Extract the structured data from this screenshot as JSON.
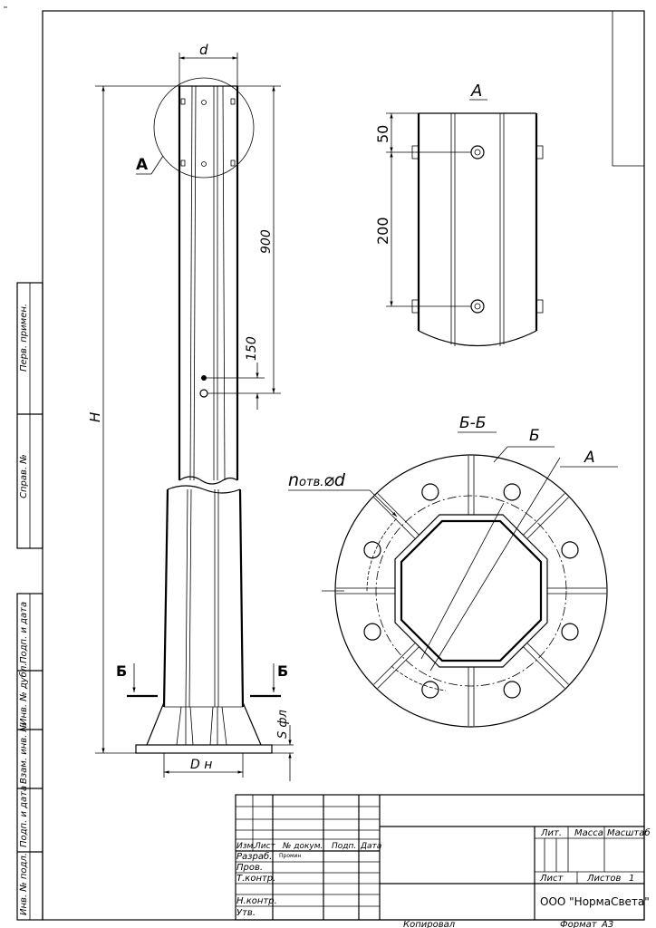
{
  "labels": {
    "dim_d": "d",
    "dim_H": "H",
    "dim_900": "900",
    "dim_150": "150",
    "dim_Dn": "D н",
    "dim_Sfl": "S фл",
    "callout_A": "А",
    "section_mark_B": "Б",
    "detail_title": "А",
    "dim_50": "50",
    "dim_200": "200",
    "section_title": "Б-Б",
    "section_B": "Б",
    "section_A": "А",
    "holes_n": "n",
    "holes_label": "отв.",
    "holes_d": "⌀d"
  },
  "side_stamp": {
    "perv_primen": "Перв. примен.",
    "sprav_no": "Справ. №",
    "podp_data_1": "Подп. и дата",
    "inv_dubl": "Инв. № дубл.",
    "vzam_inv": "Взам. инв. №",
    "podp_data_2": "Подп. и дата",
    "inv_podl": "Инв. № подл."
  },
  "title_block": {
    "izm": "Изм.",
    "list": "Лист",
    "n_dokum": "№ докум.",
    "podp": "Подп.",
    "data": "Дата",
    "razrab": "Разраб.",
    "razrab_name": "Промин",
    "prov": "Пров.",
    "tkontr": "Т.контр.",
    "nkontr": "Н.контр.",
    "utv": "Утв.",
    "lit": "Лит.",
    "massa": "Масса",
    "masshtab": "Масштаб",
    "list_label": "Лист",
    "listov_label": "Листов",
    "listov_value": "1",
    "company": "ООО \"НормаСвета\""
  },
  "footer": {
    "kopiroval": "Копировал",
    "format_label": "Формат",
    "format_value": "А3"
  }
}
